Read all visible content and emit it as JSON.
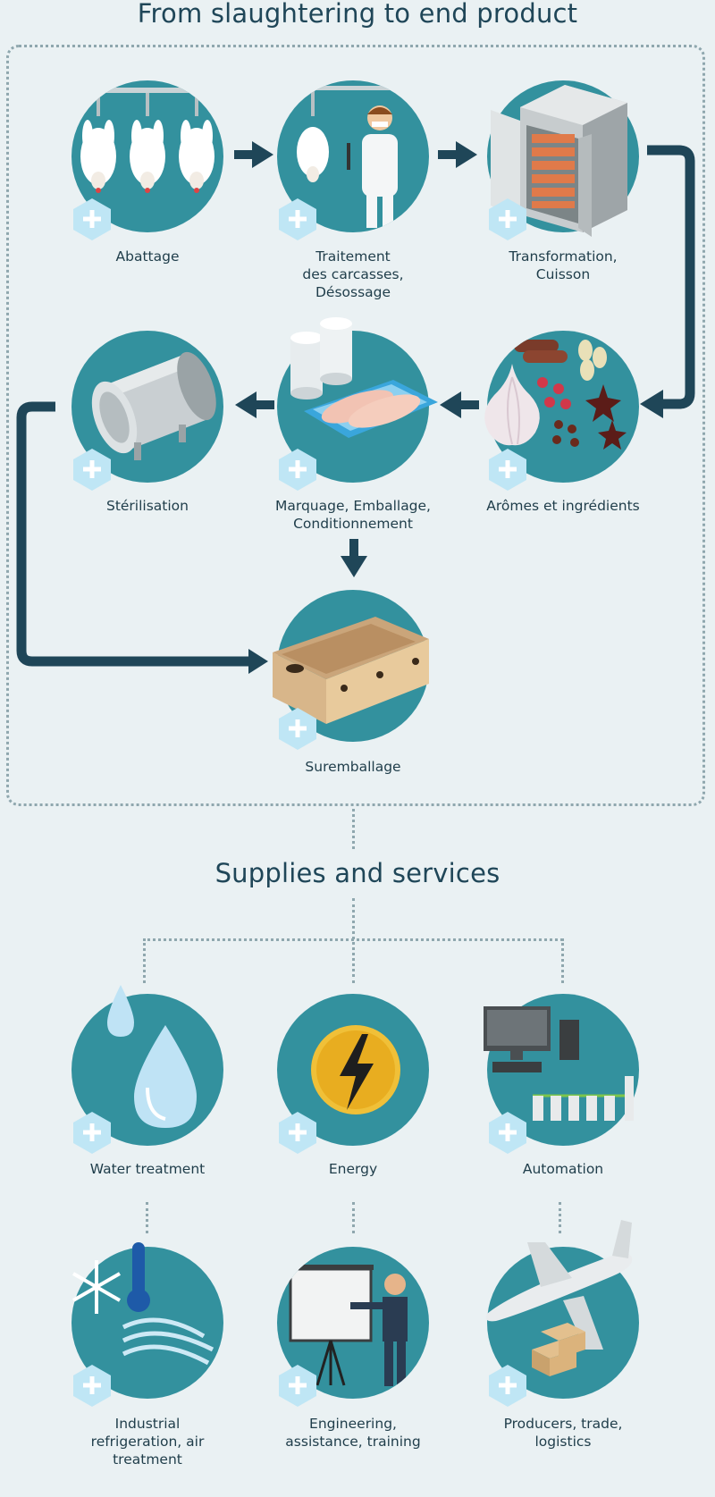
{
  "header": {
    "title": "From slaughtering to end product",
    "services_title": "Supplies and services"
  },
  "process_steps": [
    {
      "id": "abattage",
      "label": "Abattage",
      "icon": "hanging-chickens-icon"
    },
    {
      "id": "traitement",
      "label": "Traitement\ndes carcasses,\nDésossage",
      "icon": "butcher-icon"
    },
    {
      "id": "transformation",
      "label": "Transformation,\nCuisson",
      "icon": "industrial-oven-icon"
    },
    {
      "id": "aromes",
      "label": "Arômes et ingrédients",
      "icon": "spices-icon"
    },
    {
      "id": "marquage",
      "label": "Marquage, Emballage,\nConditionnement",
      "icon": "packaging-icon"
    },
    {
      "id": "sterilisation",
      "label": "Stérilisation",
      "icon": "autoclave-icon"
    },
    {
      "id": "suremballage",
      "label": "Suremballage",
      "icon": "cardboard-box-icon"
    }
  ],
  "services": [
    {
      "id": "water",
      "label": "Water treatment",
      "icon": "water-drop-icon"
    },
    {
      "id": "energy",
      "label": "Energy",
      "icon": "lightning-icon"
    },
    {
      "id": "automation",
      "label": "Automation",
      "icon": "computer-plc-icon"
    },
    {
      "id": "refrigeration",
      "label": "Industrial\nrefrigeration, air\ntreatment",
      "icon": "snowflake-thermometer-icon"
    },
    {
      "id": "engineering",
      "label": "Engineering,\nassistance, training",
      "icon": "presenter-icon"
    },
    {
      "id": "logistics",
      "label": "Producers, trade,\nlogistics",
      "icon": "airplane-cargo-icon"
    }
  ],
  "colors": {
    "circle": "#33919e",
    "arrow": "#1f4658",
    "plus_badge": "#bfe6f5",
    "background": "#eaf1f3"
  }
}
